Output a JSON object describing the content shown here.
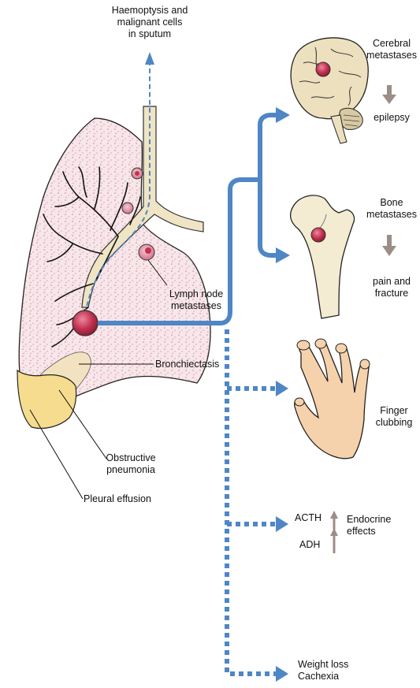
{
  "labels": {
    "haemoptysis": [
      "Haemoptysis and",
      "malignant cells",
      "in sputum"
    ],
    "lymph_node": [
      "Lymph node",
      "metastases"
    ],
    "bronchiectasis": "Bronchiectasis",
    "obstructive": [
      "Obstructive",
      "pneumonia"
    ],
    "pleural": "Pleural effusion",
    "cerebral": [
      "Cerebral",
      "metastases"
    ],
    "epilepsy": "epilepsy",
    "bone": [
      "Bone",
      "metastases"
    ],
    "pain": [
      "pain and",
      "fracture"
    ],
    "clubbing": [
      "Finger",
      "clubbing"
    ],
    "acth": "ACTH",
    "adh": "ADH",
    "endocrine": [
      "Endocrine",
      "effects"
    ],
    "weight": [
      "Weight loss",
      "Cachexia"
    ]
  },
  "colors": {
    "arrow_blue": "#4f86c6",
    "tumour": "#c4304f",
    "lung_fill": "#f5e2e6",
    "bronchus": "#efe4c4",
    "effusion": "#f6dc8e",
    "pneumonia": "#f2e2c0",
    "brain": "#ede0be",
    "bone": "#f4ecd2",
    "hand": "#f6d2ac",
    "grey_arrow": "#9a8e86"
  }
}
